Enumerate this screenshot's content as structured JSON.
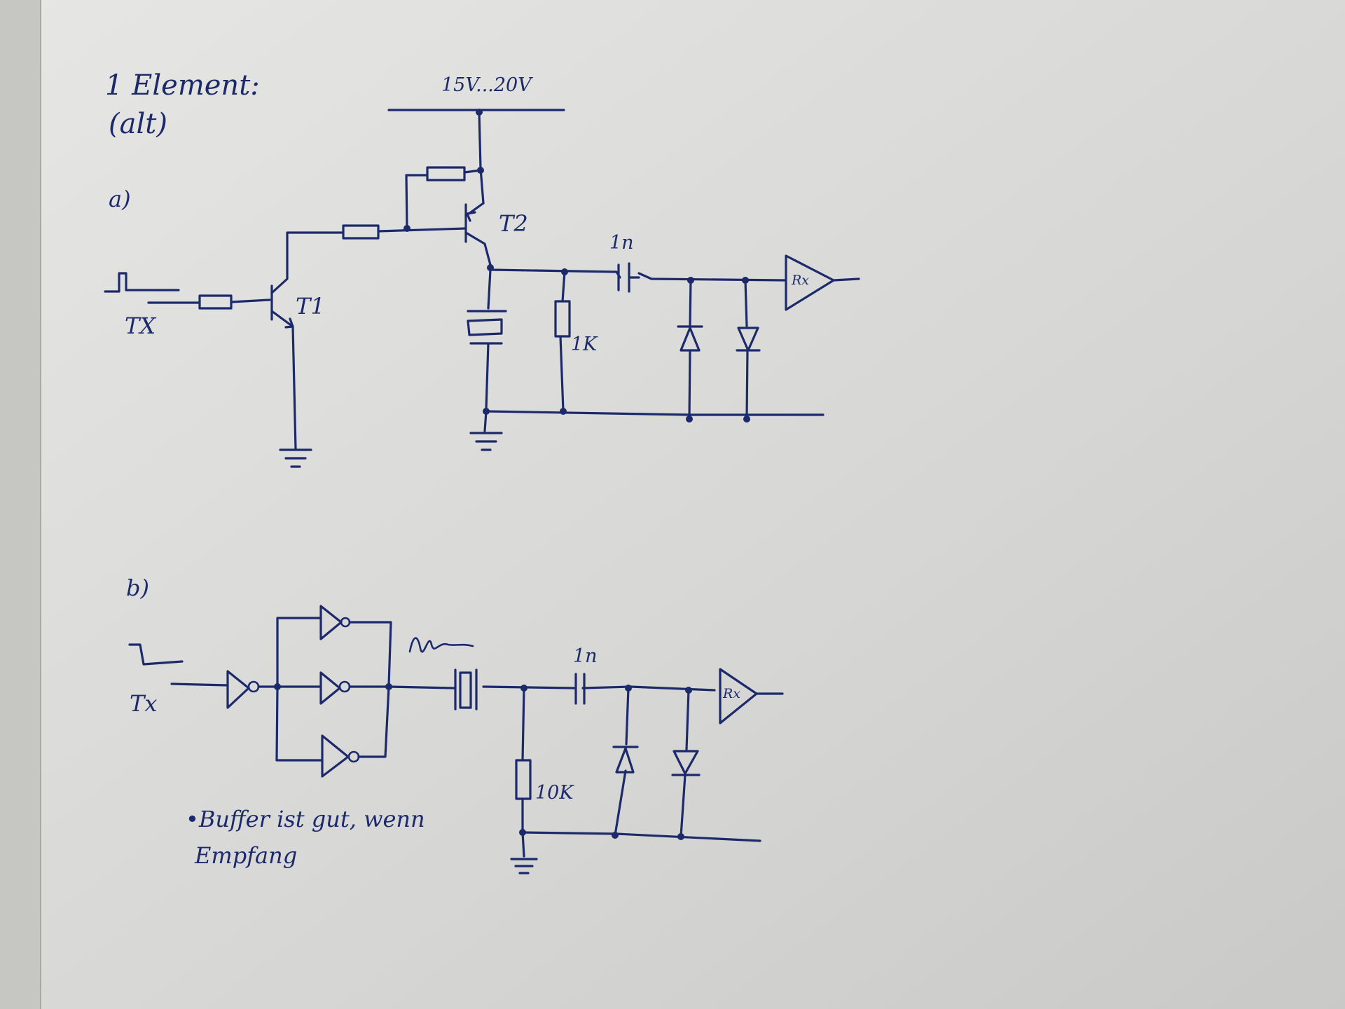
{
  "sheet": {
    "heading_line1": "1 Element:",
    "heading_line2": "(alt)",
    "paper_color": "#dcdcda",
    "ink_color": "#1c2a6b"
  },
  "circuit_a": {
    "label": "a)",
    "supply": "15V...20V",
    "input": "TX",
    "transistor_1": "T1",
    "transistor_2": "T2",
    "capacitor": "1n",
    "resistor": "1K",
    "receiver": "Rx"
  },
  "circuit_b": {
    "label": "b)",
    "input": "Tx",
    "capacitor": "1n",
    "resistor": "10K",
    "receiver": "Rx",
    "note_line1": "•Buffer ist gut, wenn",
    "note_line2": "Empfang"
  }
}
